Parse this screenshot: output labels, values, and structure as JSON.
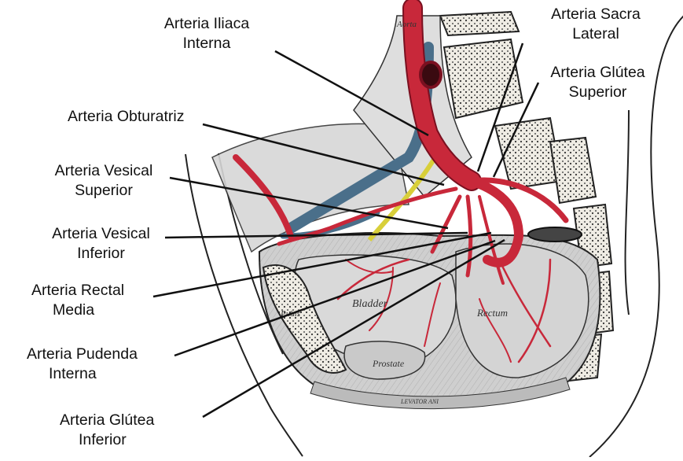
{
  "diagram": {
    "labels": [
      {
        "id": "iliaca-interna",
        "line1": "Arteria Iliaca",
        "line2": "Interna"
      },
      {
        "id": "obturatriz",
        "line1": "Arteria Obturatriz",
        "line2": ""
      },
      {
        "id": "vesical-superior",
        "line1": "Arteria Vesical",
        "line2": "Superior"
      },
      {
        "id": "vesical-inferior",
        "line1": "Arteria Vesical",
        "line2": "Inferior"
      },
      {
        "id": "rectal-media",
        "line1": "Arteria Rectal",
        "line2": "Media"
      },
      {
        "id": "pudenda-interna",
        "line1": "Arteria Pudenda",
        "line2": "Interna"
      },
      {
        "id": "glutea-inferior",
        "line1": "Arteria Glútea",
        "line2": "Inferior"
      },
      {
        "id": "sacra-lateral",
        "line1": "Arteria Sacra",
        "line2": "Lateral"
      },
      {
        "id": "glutea-superior",
        "line1": "Arteria Glútea",
        "line2": "Superior"
      }
    ],
    "organ_labels": {
      "aorta": "Aorta",
      "bladder": "Bladder",
      "rectum": "Rectum",
      "prostate": "Prostate",
      "pubis": "Pubis",
      "levator": "LEVATOR ANI"
    },
    "colors": {
      "artery": "#c8283a",
      "artery_dark": "#7a1020",
      "vein": "#4a6f8a",
      "nerve": "#d8cf3a",
      "bone": "#e9e6de",
      "ink": "#222222"
    }
  }
}
